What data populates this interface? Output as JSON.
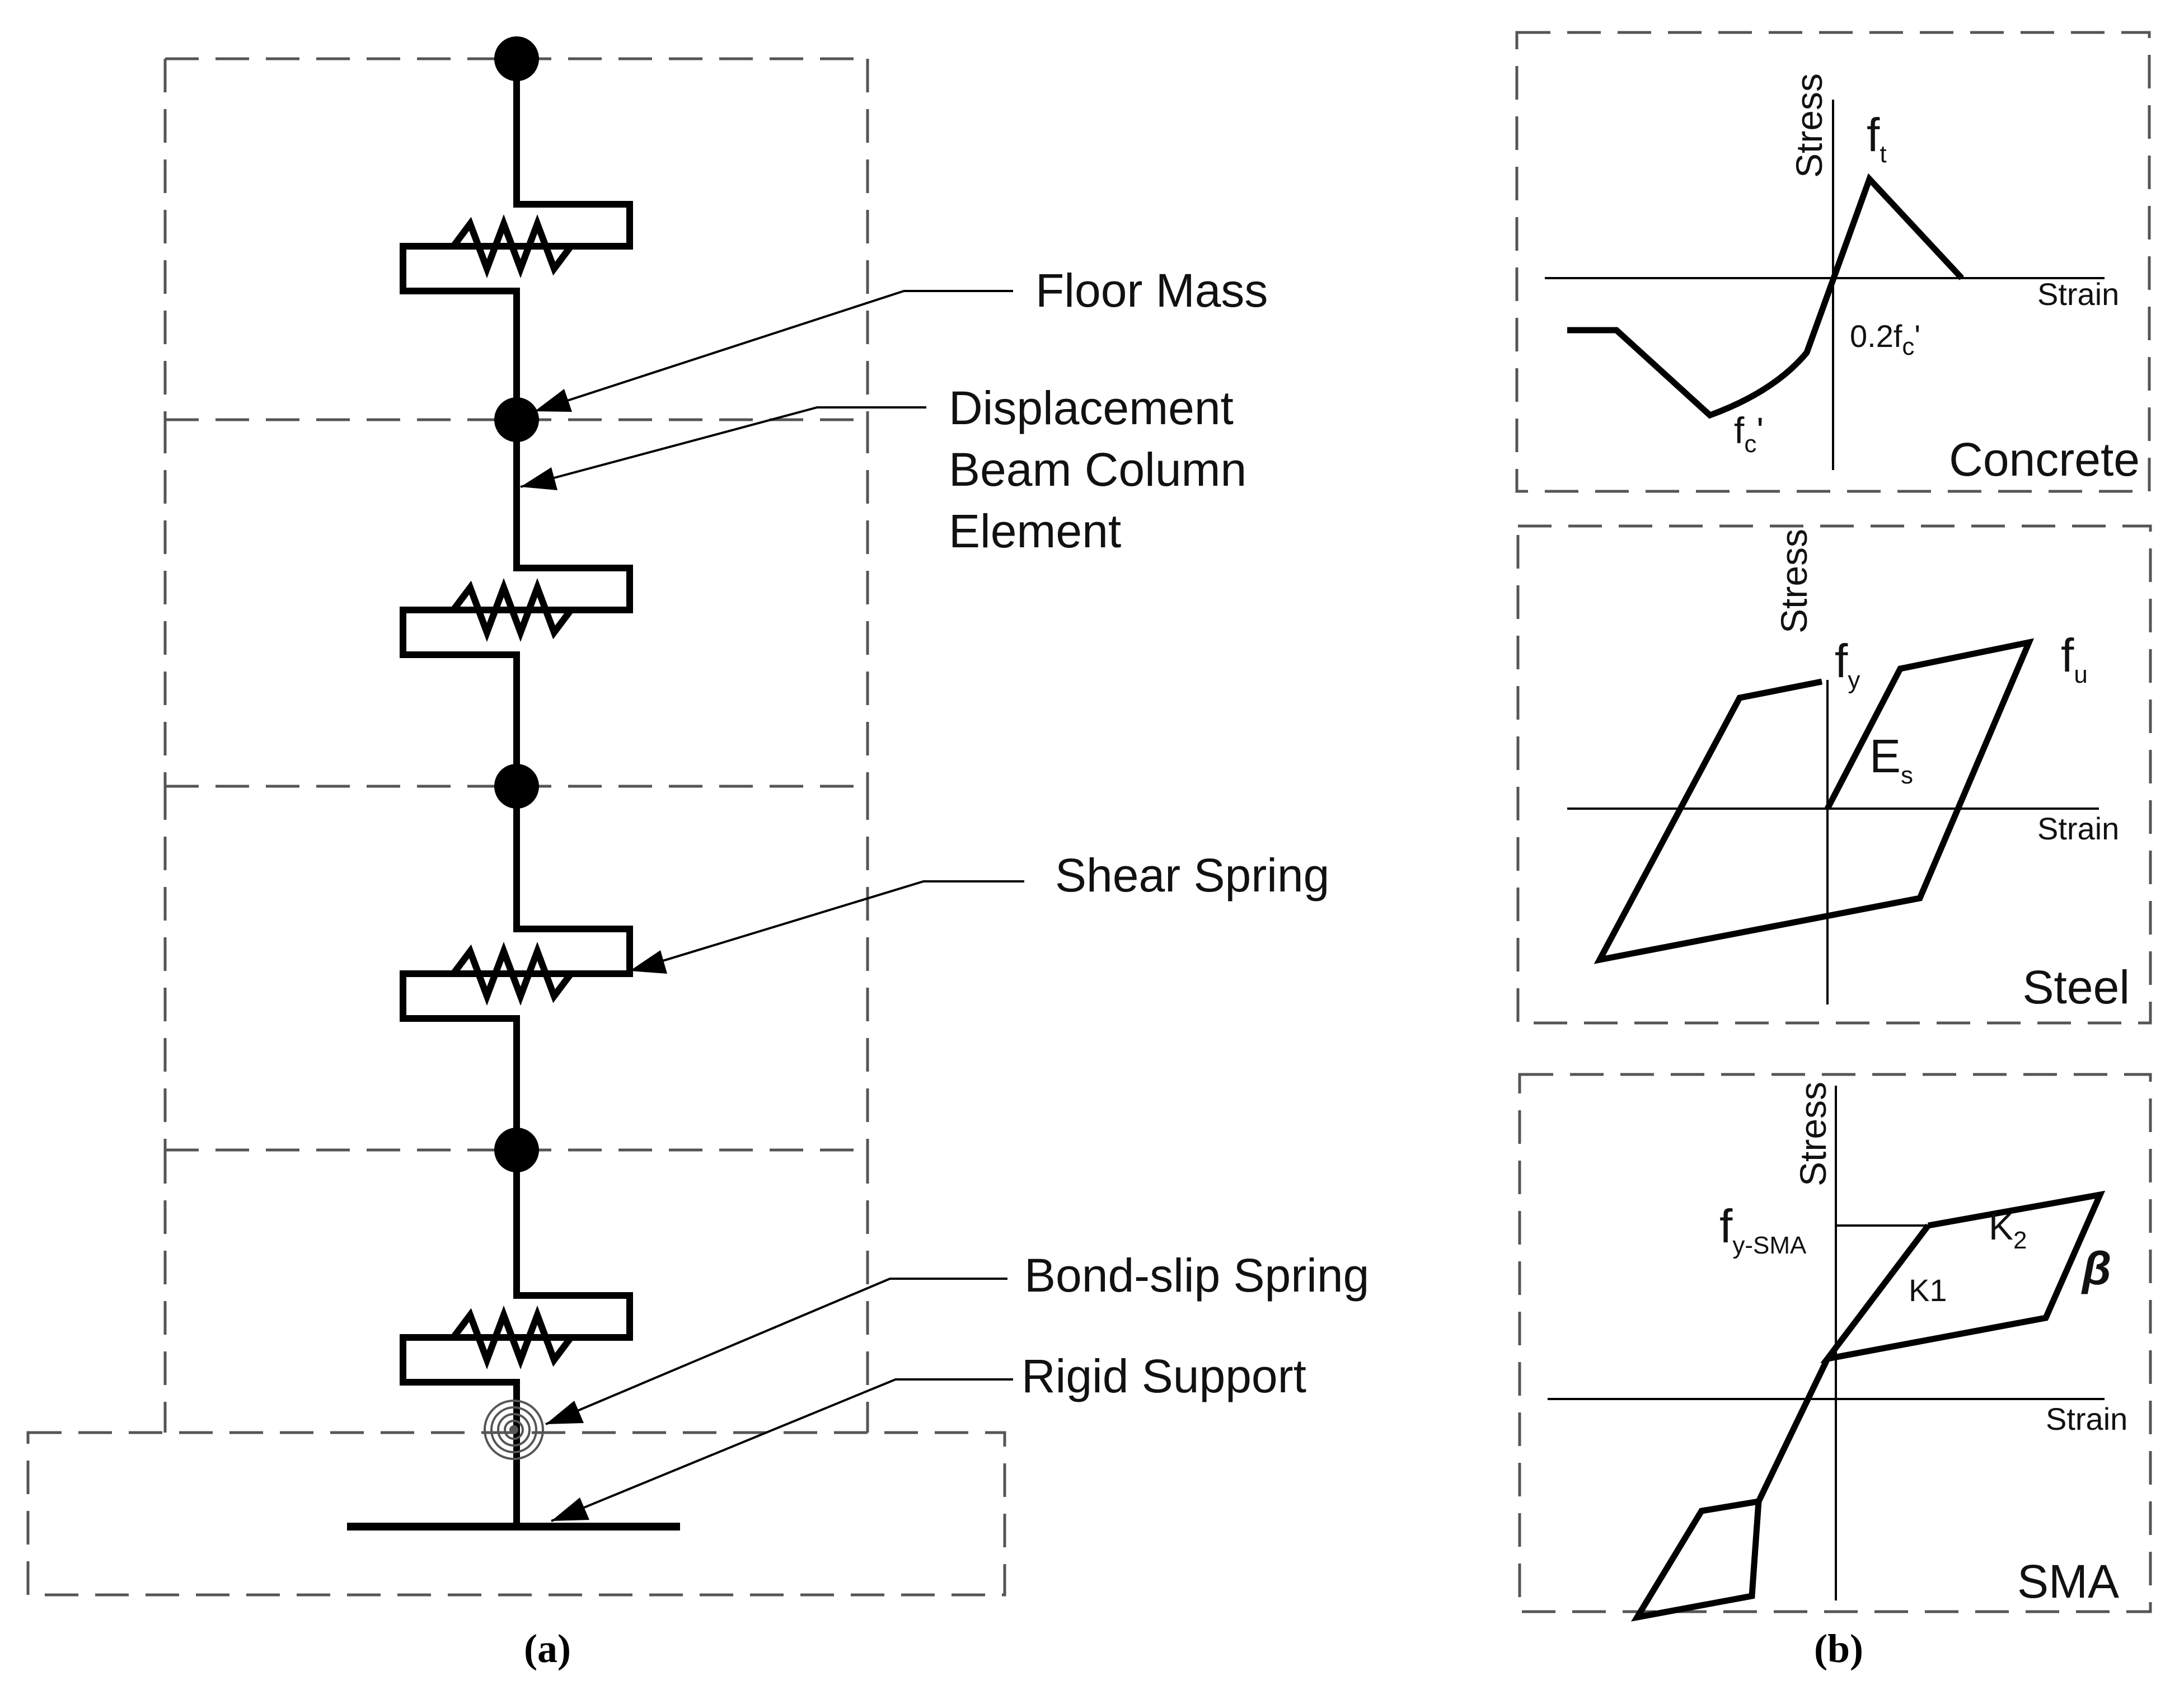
{
  "panel_a": {
    "caption": "(a)",
    "labels": {
      "floor_mass": "Floor Mass",
      "displacement_line1": "Displacement",
      "displacement_line2": "Beam Column",
      "displacement_line3": "Element",
      "shear_spring": "Shear Spring",
      "bond_slip_spring": "Bond-slip Spring",
      "rigid_support": "Rigid Support"
    }
  },
  "panel_b": {
    "caption": "(b)",
    "concrete": {
      "title": "Concrete",
      "stress_axis": "Stress",
      "strain_axis": "Strain",
      "ft_main": "f",
      "ft_sub": "t",
      "fc_main": "f",
      "fc_sub": "c",
      "fc_suffix": "'",
      "point2_main": "0.2f",
      "point2_sub": "c",
      "point2_suffix": "'"
    },
    "steel": {
      "title": "Steel",
      "stress_axis": "Stress",
      "strain_axis": "Strain",
      "fy_main": "f",
      "fy_sub": "y",
      "fu_main": "f",
      "fu_sub": "u",
      "es_main": "E",
      "es_sub": "s"
    },
    "sma": {
      "title": "SMA",
      "stress_axis": "Stress",
      "strain_axis": "Strain",
      "fysma_main": "f",
      "fysma_sub": "y-SMA",
      "k1": "K1",
      "k2_main": "K",
      "k2_sub": "2",
      "beta": "β"
    }
  }
}
